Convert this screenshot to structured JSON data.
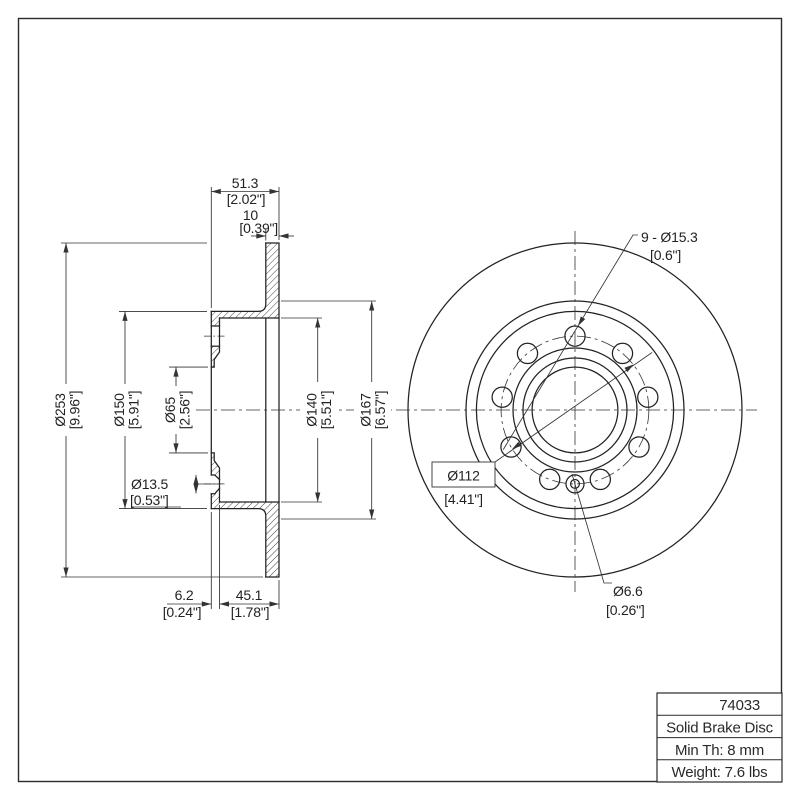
{
  "drawing": {
    "type_label": "technical drawing, brake disc, two views (section + front)"
  },
  "dimensions": {
    "hat_width": {
      "mm": "51.3",
      "inch": "[2.02\"]"
    },
    "plate_thickness": {
      "mm": "10",
      "inch": "[0.39\"]"
    },
    "outer_diameter": {
      "mm": "Ø253",
      "inch": "[9.96\"]"
    },
    "hat_diameter": {
      "mm": "Ø150",
      "inch": "[5.91\"]"
    },
    "bore_diameter": {
      "mm": "Ø65",
      "inch": "[2.56\"]"
    },
    "inner_band_diameter": {
      "mm": "Ø140",
      "inch": "[5.51\"]"
    },
    "outer_band_diameter": {
      "mm": "Ø167",
      "inch": "[6.57\"]"
    },
    "countersink_diameter": {
      "mm": "Ø13.5",
      "inch": "[0.53\"]"
    },
    "wall_thickness": {
      "mm": "6.2",
      "inch": "[0.24\"]"
    },
    "inset_depth": {
      "mm": "45.1",
      "inch": "[1.78\"]"
    },
    "bolt_holes": {
      "mm": "9 - Ø15.3",
      "inch": "[0.6\"]"
    },
    "bolt_circle": {
      "mm": "Ø112",
      "inch": "[4.41\"]"
    },
    "set_screw_hole": {
      "mm": "Ø6.6",
      "inch": "[0.26\"]"
    }
  },
  "title_block": {
    "part_number": "74033",
    "description": "Solid Brake Disc",
    "min_thickness": "Min Th: 8 mm",
    "weight": "Weight: 7.6 lbs"
  },
  "colors": {
    "ink": "#222222",
    "dim_ink": "#333333",
    "background": "#ffffff"
  }
}
